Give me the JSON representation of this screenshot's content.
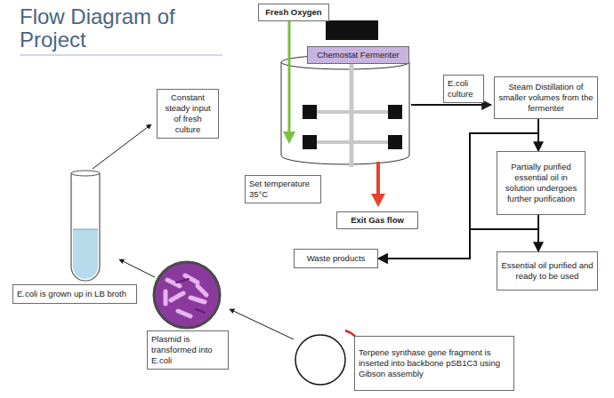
{
  "diagram": {
    "title": "Flow Diagram of Project",
    "nodes": [
      {
        "text": [
          "Fresh Oxygen"
        ]
      },
      {
        "text": [
          "Chemostat Fermenter"
        ]
      },
      {
        "text": [
          "Constant steady input of fresh culture"
        ]
      },
      {
        "text": [
          "E.coli culture"
        ]
      },
      {
        "text": [
          "Steam Distillation of smaller volumes from the fermenter"
        ]
      },
      {
        "text": [
          "Partially purified essential oil in solution undergoes further purification"
        ]
      },
      {
        "text": [
          "Set temperature 35°C"
        ]
      },
      {
        "text": [
          "Exit Gas flow"
        ]
      },
      {
        "text": [
          "Waste products"
        ]
      },
      {
        "text": [
          "Essential oil purified and ready to be used"
        ]
      },
      {
        "text": [
          "E.coli is grown up in LB broth"
        ]
      },
      {
        "text": [
          "Plasmid is transformed into E.coli"
        ]
      },
      {
        "text": [
          "Terpene synthase gene fragment is inserted into backbone pSB1C3 using Gibson assembly"
        ]
      }
    ],
    "edges": [
      {
        "from": 4,
        "to": 5,
        "arrow": "to"
      },
      {
        "from": 5,
        "to": 9,
        "arrow": "to"
      },
      {
        "from": 4,
        "to": 8,
        "arrow": "to"
      },
      {
        "from": 5,
        "to": 8,
        "arrow": "to"
      }
    ]
  }
}
